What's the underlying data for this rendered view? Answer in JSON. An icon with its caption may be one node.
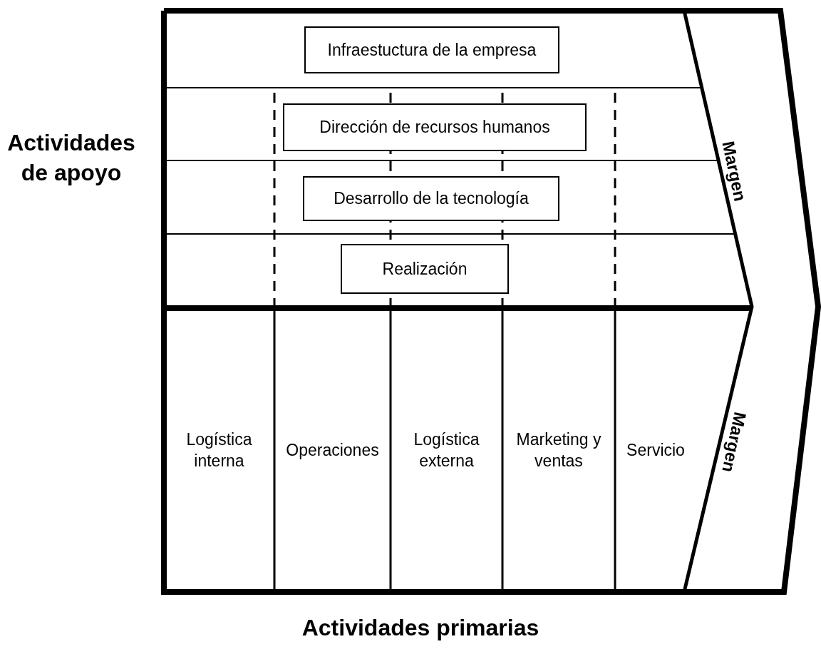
{
  "diagram": {
    "nodes": [
      {
        "text": [
          "Infraestuctura de la empresa"
        ]
      },
      {
        "text": [
          "Dirección de recursos humanos"
        ]
      },
      {
        "text": [
          "Desarrollo de la tecnología"
        ]
      },
      {
        "text": [
          "Realización"
        ]
      },
      {
        "text": [
          "Logística interna"
        ]
      },
      {
        "text": [
          "Operaciones"
        ]
      },
      {
        "text": [
          "Logística externa"
        ]
      },
      {
        "text": [
          "Marketing y ventas"
        ]
      },
      {
        "text": [
          "Servicio"
        ]
      }
    ],
    "edges": [],
    "labels": [
      "Actividades de apoyo",
      "Margen",
      "Margen",
      "Actividades primarias"
    ]
  }
}
